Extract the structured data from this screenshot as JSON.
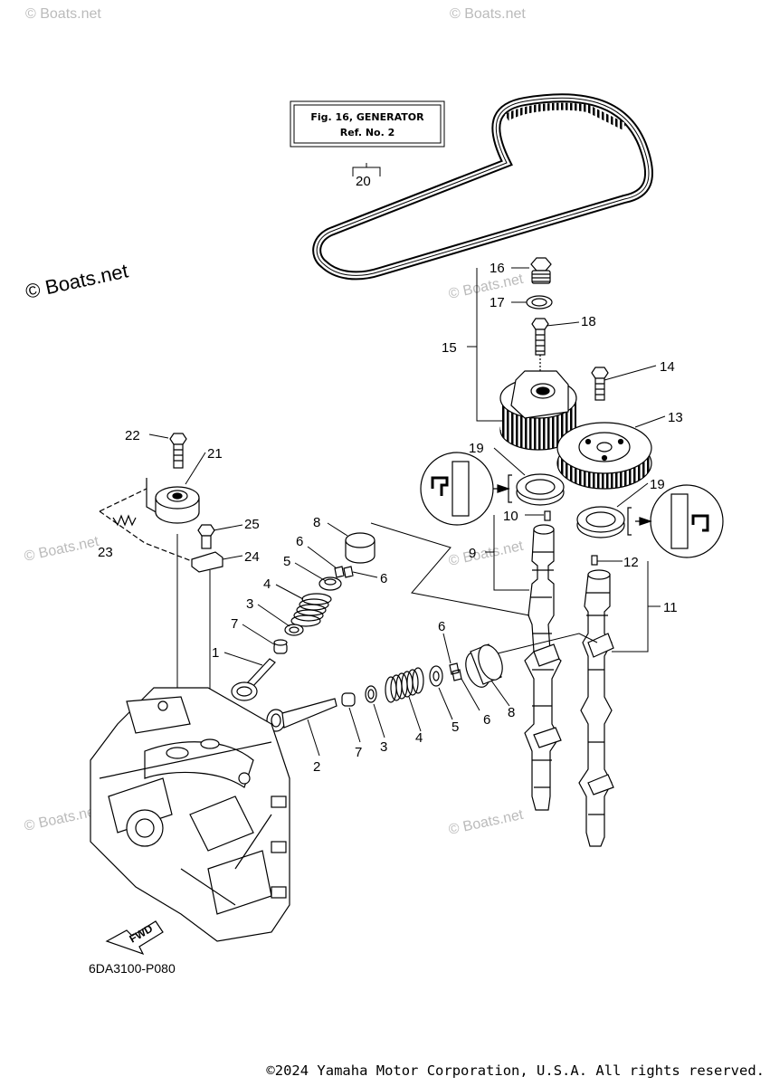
{
  "watermark": {
    "text": "© Boats.net",
    "main_text": "© Boats.net"
  },
  "reference_box": {
    "line1": "Fig. 16, GENERATOR",
    "line2": "Ref. No. 2"
  },
  "part_labels": {
    "p1": "1",
    "p2": "2",
    "p3a": "3",
    "p3b": "3",
    "p4a": "4",
    "p4b": "4",
    "p5a": "5",
    "p5b": "5",
    "p6a": "6",
    "p6b": "6",
    "p6c": "6",
    "p6d": "6",
    "p7a": "7",
    "p7b": "7",
    "p8a": "8",
    "p8b": "8",
    "p9": "9",
    "p10": "10",
    "p11": "11",
    "p12": "12",
    "p13": "13",
    "p14": "14",
    "p15": "15",
    "p16": "16",
    "p17": "17",
    "p18": "18",
    "p19a": "19",
    "p19b": "19",
    "p20": "20",
    "p21": "21",
    "p22": "22",
    "p23": "23",
    "p24": "24",
    "p25": "25"
  },
  "fwd_label": "FWD",
  "diagram_code": "6DA3100-P080",
  "copyright": "©2024 Yamaha Motor Corporation, U.S.A. All rights reserved."
}
